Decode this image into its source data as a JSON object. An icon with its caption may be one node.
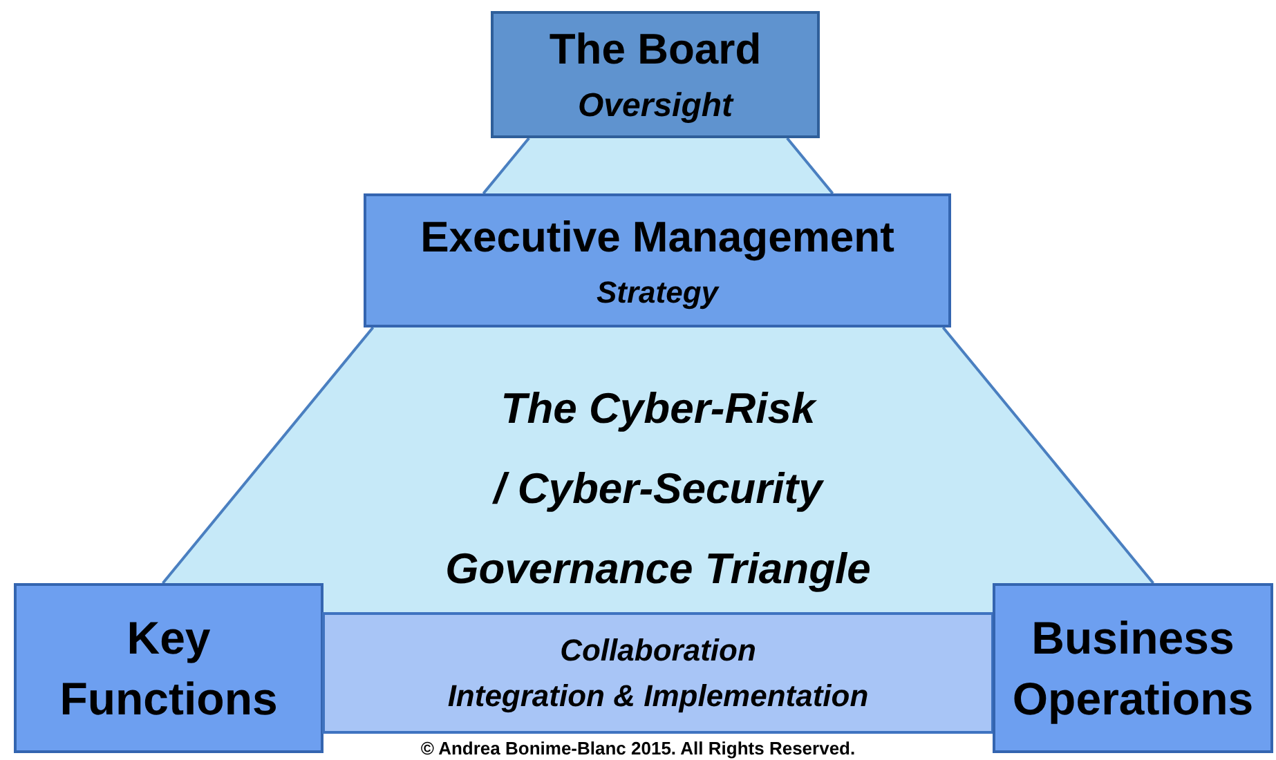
{
  "diagram": {
    "nodes": [
      {
        "text": [
          "The Board",
          "Oversight"
        ]
      },
      {
        "text": [
          "Executive Management",
          "Strategy"
        ]
      },
      {
        "text": [
          "The Cyber-Risk / Cyber-Security Governance Triangle"
        ]
      },
      {
        "text": [
          "Key Functions"
        ]
      },
      {
        "text": [
          "Collaboration",
          "Integration & Implementation"
        ]
      },
      {
        "text": [
          "Business Operations"
        ]
      }
    ],
    "labels": [
      "© Andrea Bonime-Blanc 2015. All Rights Reserved."
    ]
  }
}
